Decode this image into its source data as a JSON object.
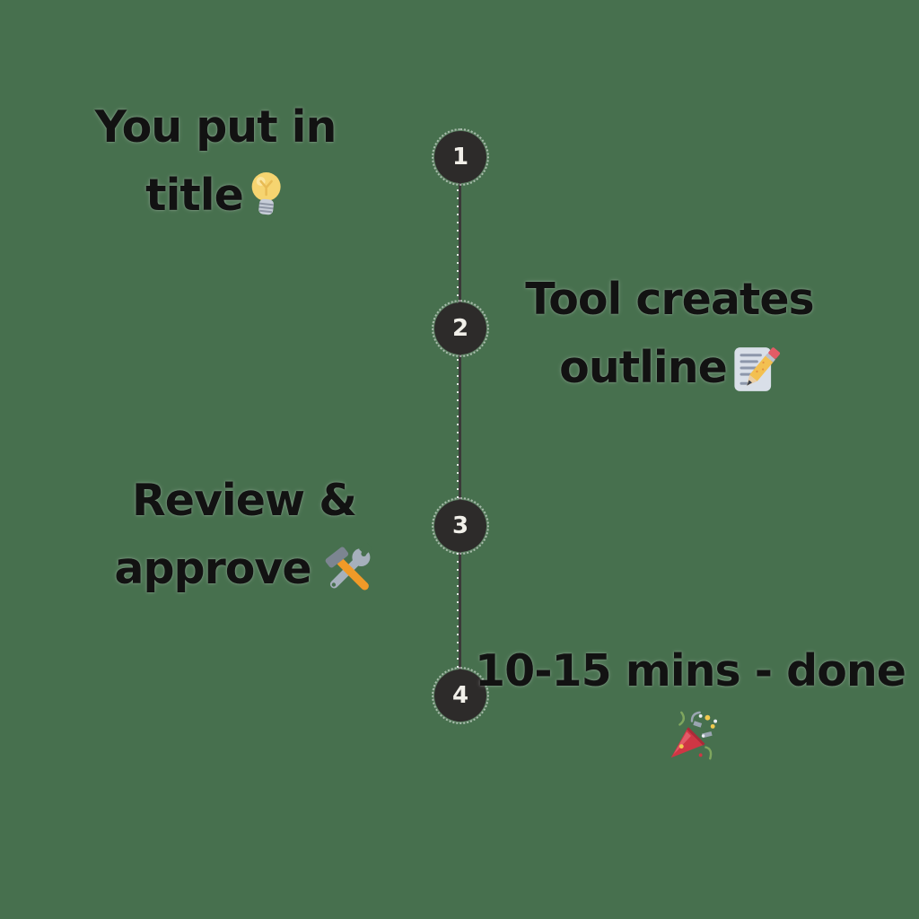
{
  "canvas": {
    "background_color": "#47704e"
  },
  "timeline": {
    "line_color": "#3b3938",
    "node_fill": "#2d2b2a",
    "node_number_color": "#f1efe9",
    "text_color": "#121212",
    "steps": [
      {
        "number": "1",
        "line1": "You put in",
        "line2": "title",
        "icon": "light-bulb-icon"
      },
      {
        "number": "2",
        "line1": "Tool creates",
        "line2": "outline",
        "icon": "memo-icon"
      },
      {
        "number": "3",
        "line1": "Review &",
        "line2": "approve",
        "icon": "hammer-and-wrench-icon"
      },
      {
        "number": "4",
        "line1": "10-15 mins - done",
        "line2": "",
        "icon": "party-popper-icon"
      }
    ],
    "icon_colors": {
      "bulb_yellow": "#f6d470",
      "bulb_base_gray": "#c7cdd8",
      "memo_page": "#d9dfe8",
      "memo_lines": "#8d97ab",
      "pencil_yellow": "#f3c051",
      "eraser_red": "#e25b66",
      "wrench_gray": "#a6b0bc",
      "hammer_gray": "#7c8591",
      "handle_orange": "#f09a28",
      "popper_red": "#cf3644",
      "popper_highlight": "#e4626f",
      "streamer_green": "#7fa65e",
      "confetti_silver": "#9aa5b1",
      "confetti_yellow": "#f2c94e"
    }
  }
}
